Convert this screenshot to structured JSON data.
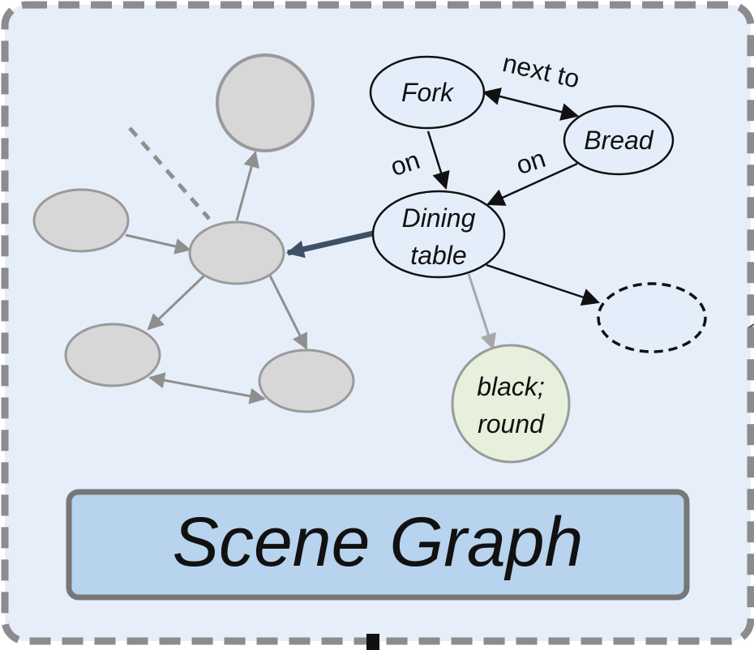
{
  "diagram": {
    "nodes": {
      "fork": "Fork",
      "bread": "Bread",
      "dining_line1": "Dining",
      "dining_line2": "table",
      "attr_line1": "black;",
      "attr_line2": "round"
    },
    "edges": {
      "next_to": "next to",
      "fork_on": "on",
      "bread_on": "on"
    },
    "banner": "Scene Graph"
  },
  "colors": {
    "panel_fill": "#e6eefa",
    "panel_border": "#8c8c8c",
    "gray_node": "#d7d7d7",
    "gray_stroke": "#9a9a9a",
    "blue_node": "#e4eefb",
    "attr_node": "#e6f0dc",
    "banner_fill": "#b8d3ee",
    "banner_border": "#777777",
    "link_arrow": "#3f4f66"
  }
}
